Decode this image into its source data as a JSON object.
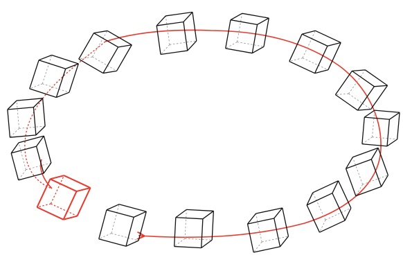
{
  "diagram": {
    "cube_count": 15,
    "highlighted_cube": "cube-bottom-left",
    "colors": {
      "background": "#ffffff",
      "cube_stroke": "#111111",
      "hidden_edges": "#9a9a9a",
      "highlight": "#e8392c",
      "orbit": "#e8392c"
    },
    "orbit_direction": "counter-clockwise"
  }
}
